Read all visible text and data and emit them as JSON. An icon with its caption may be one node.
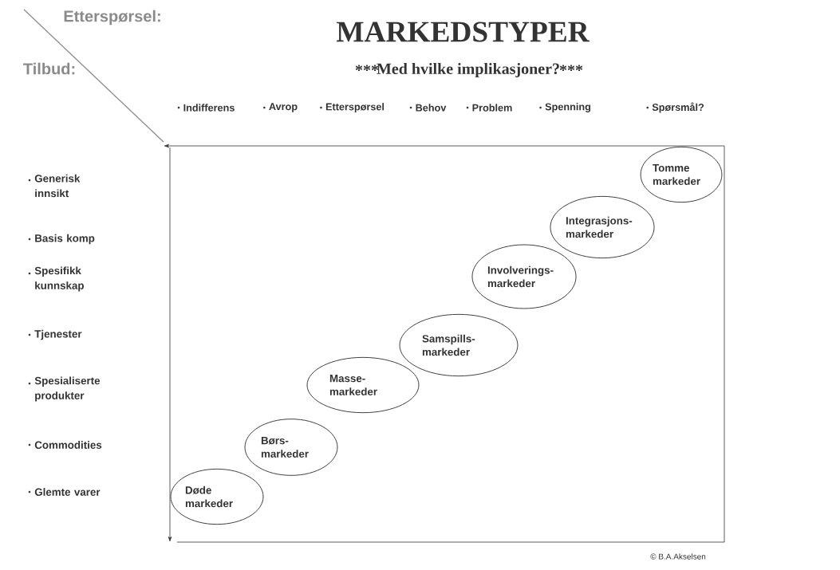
{
  "diagram": {
    "title": "MARKEDSTYPER",
    "nodes": [
      {
        "text": [
          "Døde markeder"
        ]
      },
      {
        "text": [
          "Børs- markeder"
        ]
      },
      {
        "text": [
          "Masse- markeder"
        ]
      },
      {
        "text": [
          "Samspills- markeder"
        ]
      },
      {
        "text": [
          "Involverings- markeder"
        ]
      },
      {
        "text": [
          "Integrasjons- markeder"
        ]
      },
      {
        "text": [
          "Tomme markeder"
        ]
      }
    ],
    "labels": [
      "Etterspørsel:",
      "Tilbud:",
      "***",
      "Med hvilke implikasjoner?",
      "***",
      "Indifferens",
      "Avrop",
      "Etterspørsel",
      "Behov",
      "Problem",
      "Spenning",
      "Spørsmål?",
      "Generisk innsikt",
      "Basis komp",
      "Spesifikk kunnskap",
      "Tjenester",
      "Spesialiserte produkter",
      "Commodities",
      "Glemte varer",
      "© B.A.Akselsen"
    ]
  }
}
